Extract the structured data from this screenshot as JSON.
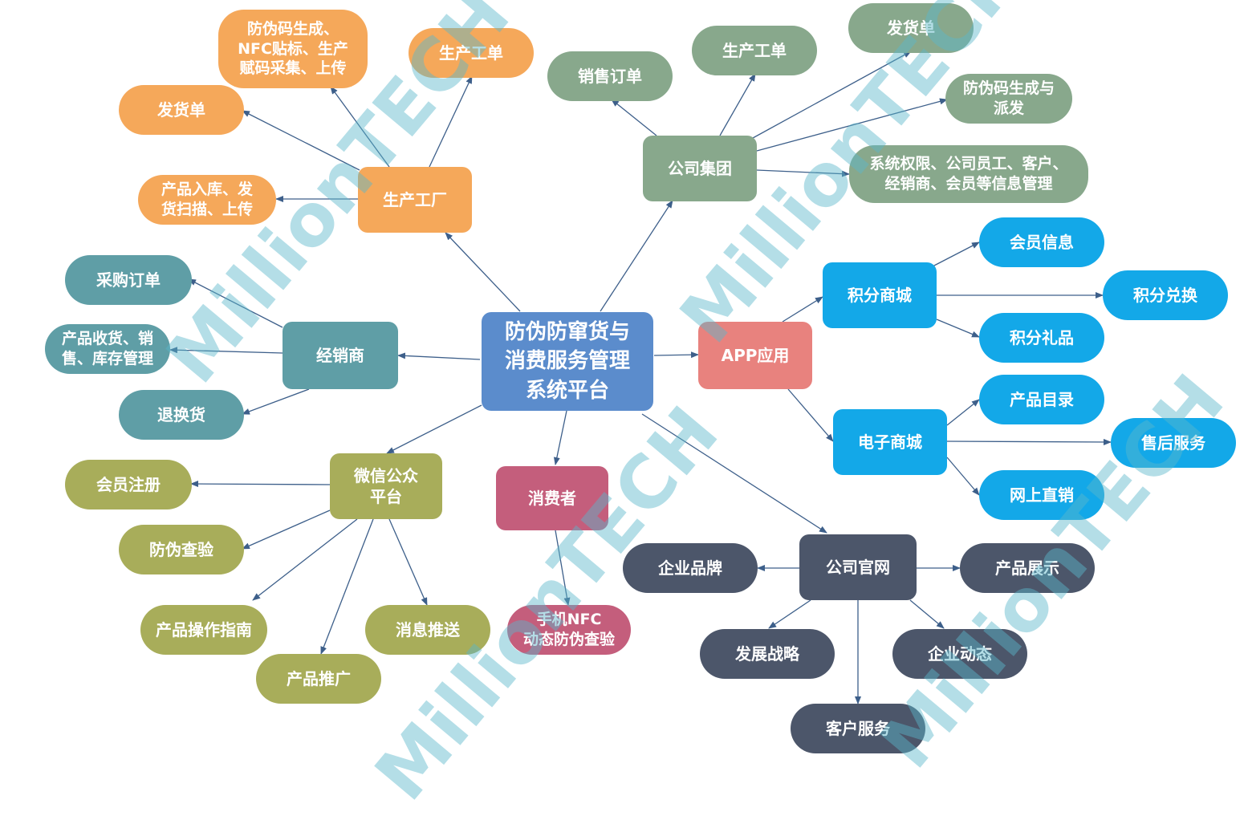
{
  "colors": {
    "center": "#5b8ccc",
    "factory": "#f5a85a",
    "group": "#88a88c",
    "dealer": "#5f9ea6",
    "wechat": "#a8ad5a",
    "consumer": "#c45e7c",
    "app": "#e8827e",
    "mall": "#13a8e8",
    "website": "#4c566a",
    "edge": "#3d5f8a"
  },
  "center": {
    "label": "防伪防窜货与\n消费服务管理\n系统平台"
  },
  "factory": {
    "label": "生产工厂",
    "children": [
      "防伪码生成、\nNFC贴标、生产\n赋码采集、上传",
      "生产工单",
      "发货单",
      "产品入库、发\n货扫描、上传"
    ]
  },
  "group": {
    "label": "公司集团",
    "children": [
      "销售订单",
      "生产工单",
      "发货单",
      "防伪码生成与\n派发",
      "系统权限、公司员工、客户、\n经销商、会员等信息管理"
    ]
  },
  "dealer": {
    "label": "经销商",
    "children": [
      "采购订单",
      "产品收货、销\n售、库存管理",
      "退换货"
    ]
  },
  "wechat": {
    "label": "微信公众\n平台",
    "children": [
      "会员注册",
      "防伪查验",
      "产品操作指南",
      "产品推广",
      "消息推送"
    ]
  },
  "consumer": {
    "label": "消费者",
    "children": [
      "手机NFC\n动态防伪查验"
    ]
  },
  "app": {
    "label": "APP应用"
  },
  "points_mall": {
    "label": "积分商城",
    "children": [
      "会员信息",
      "积分兑换",
      "积分礼品"
    ]
  },
  "e_mall": {
    "label": "电子商城",
    "children": [
      "产品目录",
      "售后服务",
      "网上直销"
    ]
  },
  "website": {
    "label": "公司官网",
    "children": [
      "企业品牌",
      "产品展示",
      "发展战略",
      "企业动态",
      "客户服务"
    ]
  },
  "watermark": "MillionTECH"
}
